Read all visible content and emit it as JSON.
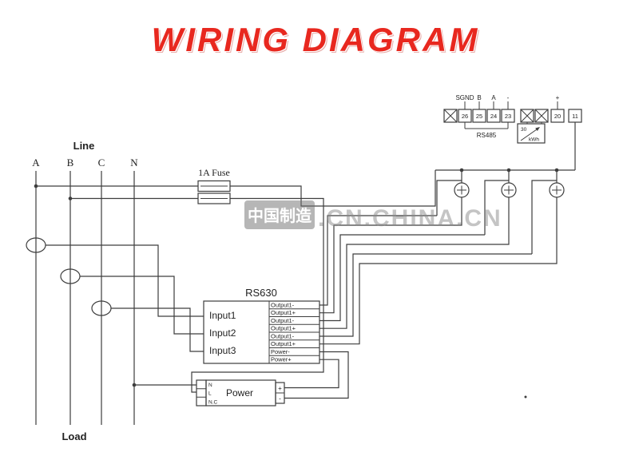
{
  "title": "WIRING DIAGRAM",
  "colors": {
    "title_red": "#e8281f",
    "wire": "#3d3d3d",
    "watermark_gray": "#8a8a8a"
  },
  "bus": {
    "line_label": "Line",
    "load_label": "Load",
    "phases": [
      "A",
      "B",
      "C",
      "N"
    ]
  },
  "fuse": {
    "label": "1A Fuse"
  },
  "rs630": {
    "name": "RS630",
    "inputs": [
      "Input1",
      "Input2",
      "Input3"
    ],
    "outputs": [
      "Output1-",
      "Output1+",
      "Output1-",
      "Output1+",
      "Output1-",
      "Output1+",
      "Power-",
      "Power+"
    ]
  },
  "power": {
    "name": "Power",
    "left_terminals": [
      "N",
      "L",
      "N.C"
    ],
    "right_terminals": [
      "+",
      "-"
    ]
  },
  "terminals": {
    "labels": [
      "SGND",
      "B",
      "A",
      "-",
      "+"
    ],
    "numbers": [
      "26",
      "25",
      "24",
      "23",
      "20",
      "11"
    ],
    "rs485": "RS485",
    "impulse_top": "30",
    "impulse_bottom": "kWh"
  },
  "watermark": {
    "cjk": "中国制造",
    "latin": ".CN.CHINA.CN"
  }
}
